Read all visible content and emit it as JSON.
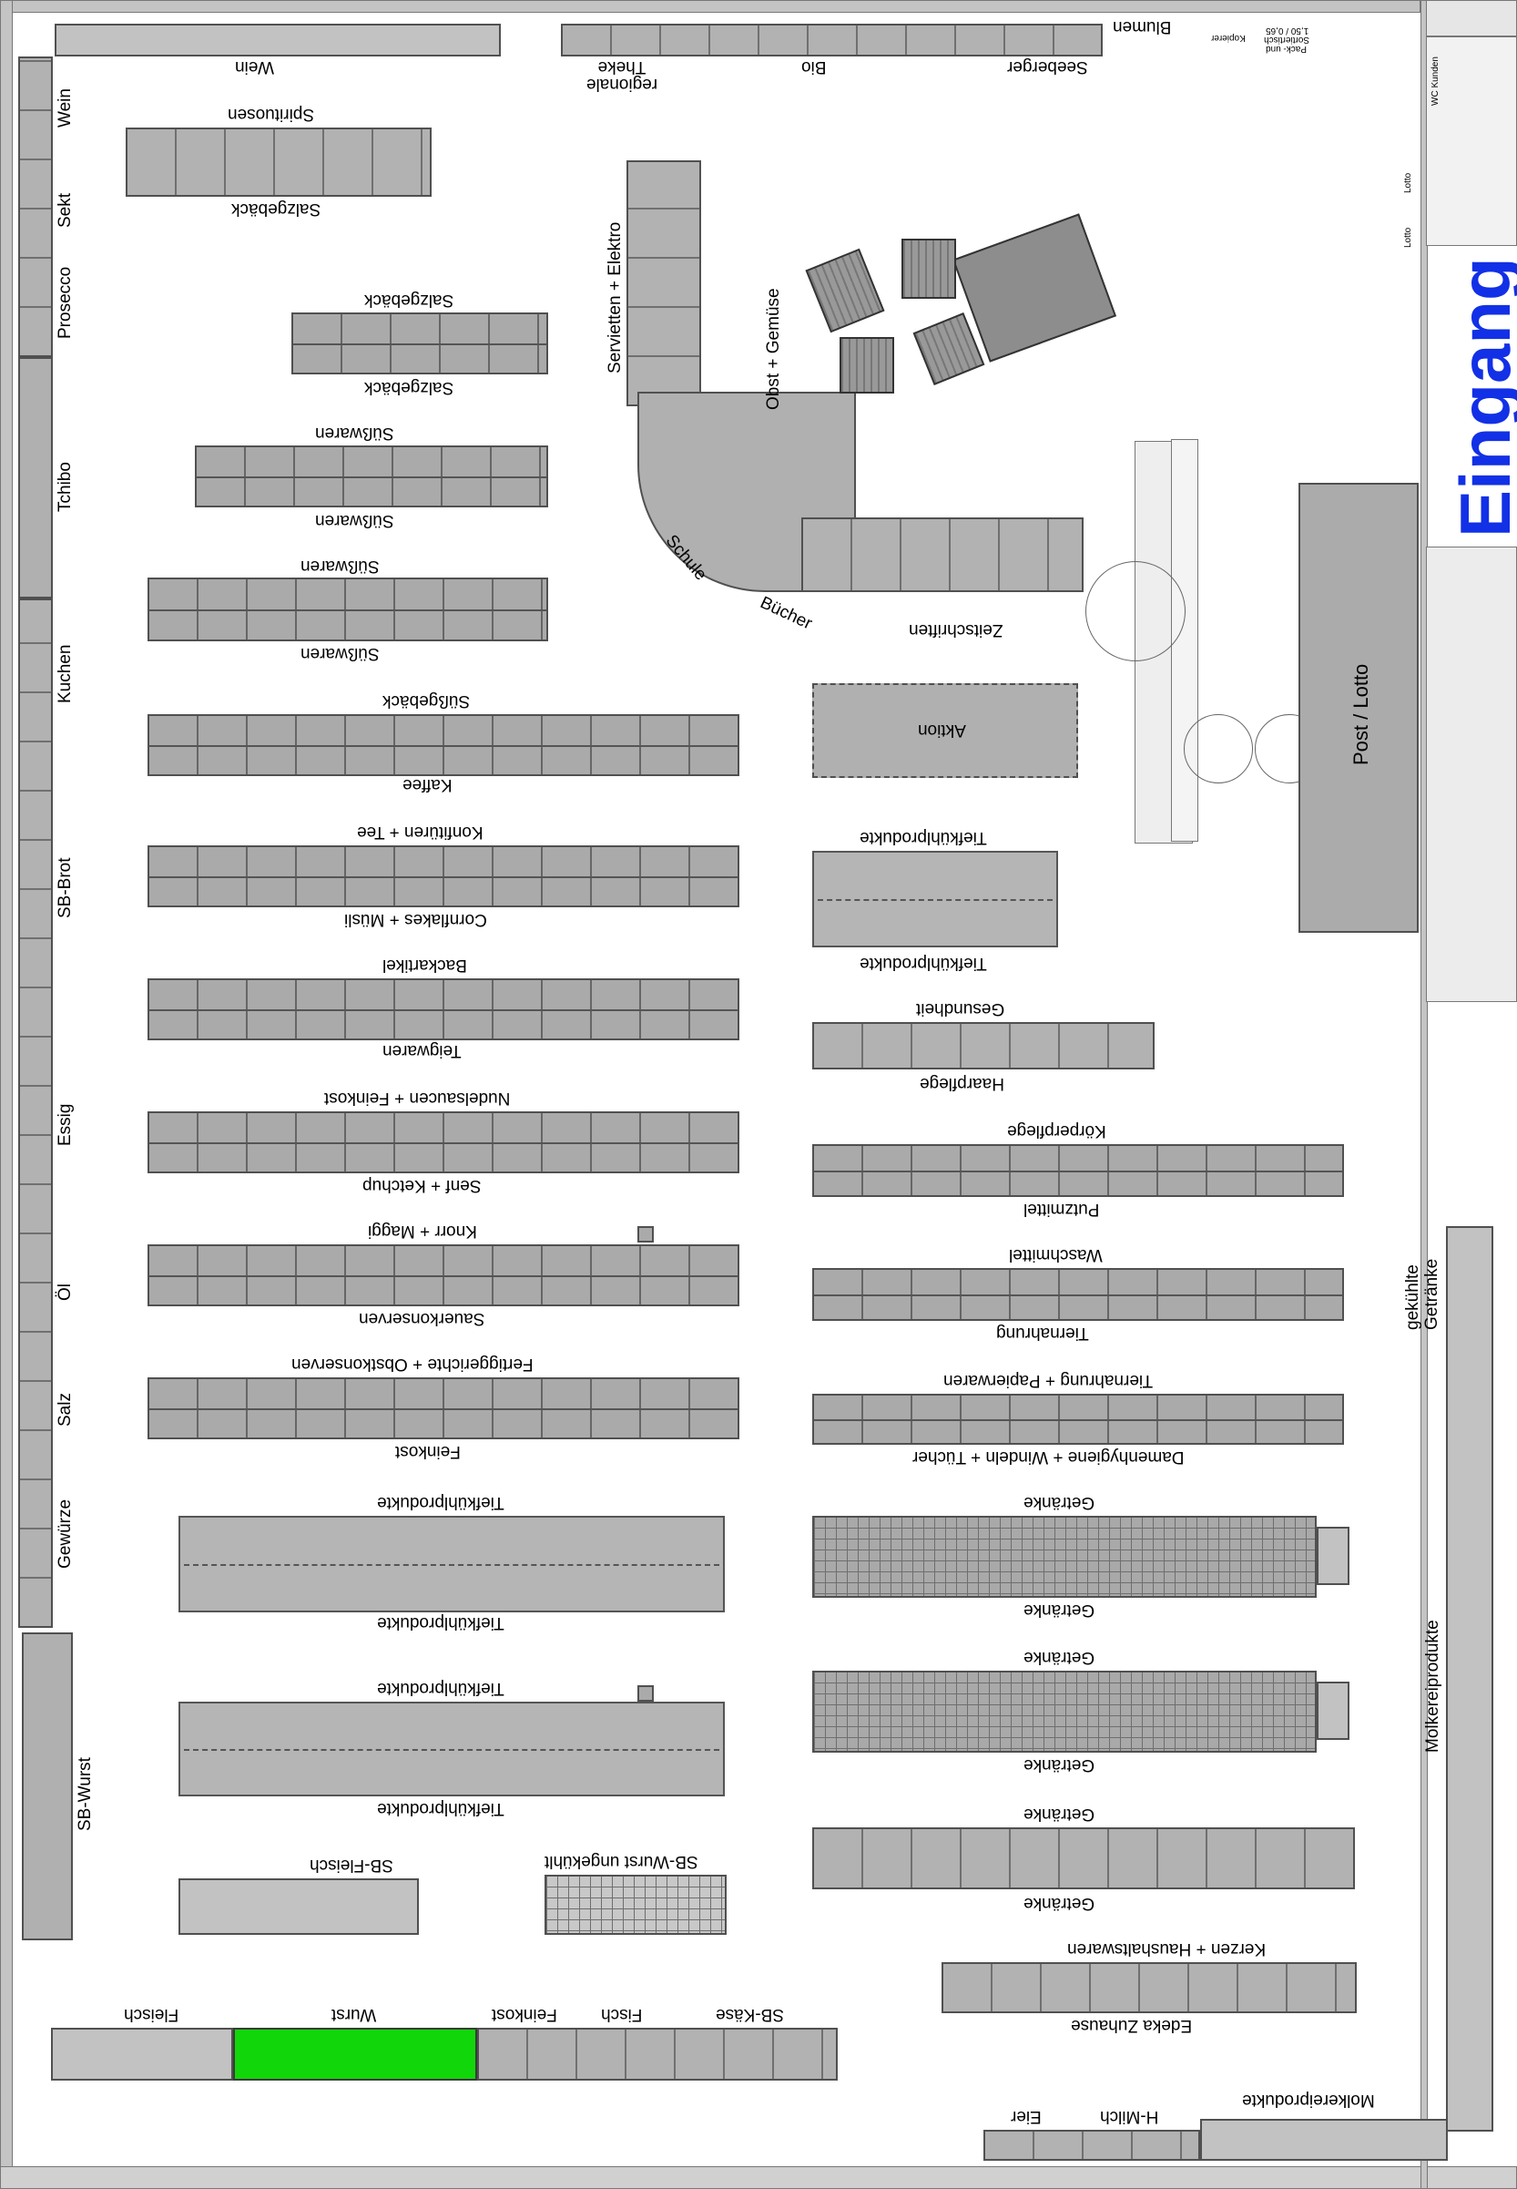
{
  "entrance": "Eingang",
  "counter": "Post / Lotto",
  "lotto_small": "Lotto",
  "wc": "WC Kunden",
  "blumen": "Blumen",
  "kopierer": "Kopierer",
  "pack": [
    "Pack- und",
    "Sortiertisch",
    "1,50 / 0,65"
  ],
  "left_wall": [
    "Wein",
    "Sekt",
    "Prosecco",
    "Tchibo",
    "Kuchen",
    "SB-Brot",
    "Essig",
    "Öl",
    "Salz",
    "Gewürze",
    "SB-Wurst"
  ],
  "top_wall": [
    "Wein",
    "regionale Theke",
    "Bio",
    "Seeberger"
  ],
  "aisles_left": [
    {
      "top": "Spirituosen",
      "bottom": "Salzgebäck"
    },
    {
      "top": "Salzgebäck",
      "bottom": "Salzgebäck"
    },
    {
      "top": "Süßwaren",
      "bottom": "Süßwaren"
    },
    {
      "top": "Süßwaren",
      "bottom": "Süßwaren"
    },
    {
      "top": "Süßgebäck",
      "bottom": "Kaffee"
    },
    {
      "top": "Konfitüren + Tee",
      "bottom": "Cornflakes + Müsli"
    },
    {
      "top": "Backartikel",
      "bottom": "Teigwaren"
    },
    {
      "top": "Nudelsaucen + Feinkost",
      "bottom": "Senf + Ketchup"
    },
    {
      "top": "Knorr + Maggi",
      "bottom": "Sauerkonserven"
    },
    {
      "top": "Fertiggerichte + Obstkonserven",
      "bottom": "Feinkost"
    },
    {
      "top": "Tiefkühlprodukte",
      "bottom": "Tiefkühlprodukte"
    },
    {
      "top": "Tiefkühlprodukte",
      "bottom": "Tiefkühlprodukte"
    }
  ],
  "sb_fleisch": "SB-Fleisch",
  "sb_wurst_ungekuehlt": "SB-Wurst ungekühlt",
  "l_shelf": [
    "Servietten + Elektro",
    "Schule",
    "Bücher",
    "Zeitschriften"
  ],
  "obst": "Obst + Gemüse",
  "aktion": "Aktion",
  "aisles_right": [
    {
      "top": "Tiefkühlprodukte",
      "bottom": "Tiefkühlprodukte"
    },
    {
      "top": "Gesundheit",
      "bottom": "Haarpflege"
    },
    {
      "top": "Körperpflege",
      "bottom": "Putzmittel"
    },
    {
      "top": "Waschmittel",
      "bottom": "Tiernahrung"
    },
    {
      "top": "Tiernahrung + Papierwaren",
      "bottom": "Damenhygiene + Windeln + Tücher"
    },
    {
      "top": "Getränke",
      "bottom": "Getränke"
    },
    {
      "top": "Getränke",
      "bottom": "Getränke"
    },
    {
      "top": "Getränke",
      "bottom": "Getränke"
    },
    {
      "top": "Kerzen + Haushaltswaren",
      "bottom": "Edeka Zuhause"
    }
  ],
  "right_wall": [
    "gekühlte Getränke",
    "Molkereiprodukte"
  ],
  "bottom_counter": [
    "Fleisch",
    "Wurst",
    "Feinkost",
    "Fisch",
    "SB-Käse"
  ],
  "bottom_right": [
    "Eier",
    "H-Milch",
    "Molkereiprodukte"
  ],
  "colors": {
    "entrance": "#1230e6",
    "wurst_counter": "#10d60a",
    "shelf": "#b0b0b0"
  }
}
